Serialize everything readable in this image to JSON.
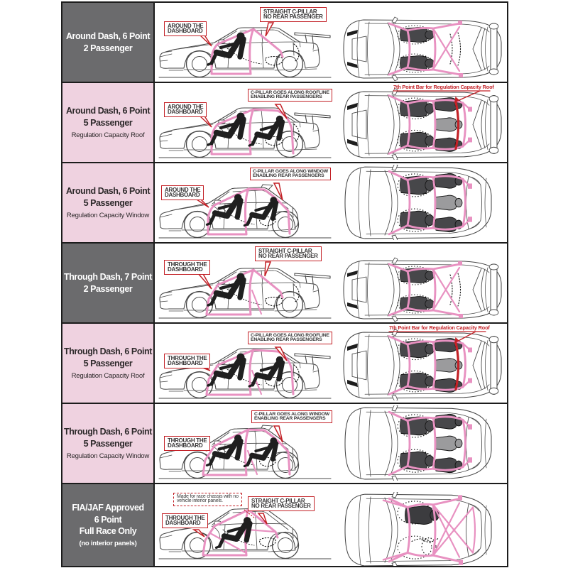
{
  "colors": {
    "label_gray": "#6b6b6d",
    "label_pink": "#efd2e0",
    "cage_pink": "#e891c1",
    "accent_red": "#c32127",
    "line_dark": "#2d2d2d"
  },
  "rows": [
    {
      "label": {
        "lines": [
          "Around Dash, 6 Point",
          "2 Passenger"
        ],
        "note": "",
        "style": "gray"
      },
      "side_view": {
        "car": "sedan",
        "dash": "around",
        "c_pillar": "straight",
        "rear_passenger": false
      },
      "top_view": {
        "car": "sedan",
        "passengers": 2,
        "seventh_point_bar": false,
        "note": ""
      },
      "callouts": [
        {
          "id": "dashboard",
          "text": "AROUND THE\nDASHBOARD"
        },
        {
          "id": "c-pillar",
          "text": "STRAIGHT C-PILLAR\nNO REAR PASSENGER"
        }
      ]
    },
    {
      "label": {
        "lines": [
          "Around Dash, 6 Point",
          "5 Passenger"
        ],
        "note": "Regulation Capacity Roof",
        "style": "pink"
      },
      "side_view": {
        "car": "sedan",
        "dash": "around",
        "c_pillar": "roofline",
        "rear_passenger": true
      },
      "top_view": {
        "car": "sedan",
        "passengers": 5,
        "seventh_point_bar": true,
        "note": "7th Point Bar for Regulation Capacity Roof"
      },
      "callouts": [
        {
          "id": "dashboard",
          "text": "AROUND THE\nDASHBOARD"
        },
        {
          "id": "c-pillar",
          "text": "C-PILLAR GOES ALONG ROOFLINE\nENABLING REAR PASSENGERS"
        }
      ]
    },
    {
      "label": {
        "lines": [
          "Around Dash, 6 Point",
          "5 Passenger"
        ],
        "note": "Regulation Capacity Window",
        "style": "pink"
      },
      "side_view": {
        "car": "hatchback",
        "dash": "around",
        "c_pillar": "window",
        "rear_passenger": true
      },
      "top_view": {
        "car": "hatchback",
        "passengers": 5,
        "seventh_point_bar": false,
        "note": ""
      },
      "callouts": [
        {
          "id": "dashboard",
          "text": "AROUND THE\nDASHBOARD"
        },
        {
          "id": "c-pillar",
          "text": "C-PILLAR GOES ALONG WINDOW\nENABLING REAR PASSENGERS"
        }
      ]
    },
    {
      "label": {
        "lines": [
          "Through Dash, 7 Point",
          "2 Passenger"
        ],
        "note": "",
        "style": "gray"
      },
      "side_view": {
        "car": "sedan",
        "dash": "through",
        "c_pillar": "straight",
        "rear_passenger": false
      },
      "top_view": {
        "car": "sedan",
        "passengers": 2,
        "seventh_point_bar": false,
        "note": ""
      },
      "callouts": [
        {
          "id": "dashboard",
          "text": "THROUGH THE\nDASHBOARD"
        },
        {
          "id": "c-pillar",
          "text": "STRAIGHT C-PILLAR\nNO REAR PASSENGER"
        }
      ]
    },
    {
      "label": {
        "lines": [
          "Through Dash, 6 Point",
          "5 Passenger"
        ],
        "note": "Regulation Capacity Roof",
        "style": "pink"
      },
      "side_view": {
        "car": "sedan",
        "dash": "through",
        "c_pillar": "roofline",
        "rear_passenger": true
      },
      "top_view": {
        "car": "sedan",
        "passengers": 5,
        "seventh_point_bar": true,
        "note": "7th Point Bar for Regulation Capacity Roof"
      },
      "callouts": [
        {
          "id": "dashboard",
          "text": "THROUGH THE\nDASHBOARD"
        },
        {
          "id": "c-pillar",
          "text": "C-PILLAR GOES ALONG ROOFLINE\nENABLING REAR PASSENGERS"
        }
      ]
    },
    {
      "label": {
        "lines": [
          "Through Dash, 6 Point",
          "5 Passenger"
        ],
        "note": "Regulation Capacity Window",
        "style": "pink"
      },
      "side_view": {
        "car": "hatchback",
        "dash": "through",
        "c_pillar": "window",
        "rear_passenger": true
      },
      "top_view": {
        "car": "hatchback",
        "passengers": 5,
        "seventh_point_bar": false,
        "note": ""
      },
      "callouts": [
        {
          "id": "dashboard",
          "text": "THROUGH THE\nDASHBOARD"
        },
        {
          "id": "c-pillar",
          "text": "C-PILLAR GOES ALONG WINDOW\nENABLING REAR PASSENGERS"
        }
      ]
    },
    {
      "label": {
        "lines": [
          "FIA/JAF Approved",
          "6 Point",
          "Full Race Only"
        ],
        "note": "(no interior panels)",
        "style": "gray"
      },
      "side_view": {
        "car": "hatchback",
        "dash": "through",
        "c_pillar": "straight",
        "rear_passenger": false,
        "race": true
      },
      "top_view": {
        "car": "hatchback",
        "passengers": 1,
        "seventh_point_bar": false,
        "note": ""
      },
      "callouts": [
        {
          "id": "race-note",
          "text": "Made for race chassis with no\nvehicle interior panels.",
          "dashed": true
        },
        {
          "id": "c-pillar",
          "text": "STRAIGHT C-PILLAR\nNO REAR PASSENGER"
        },
        {
          "id": "dashboard",
          "text": "THROUGH THE\nDASHBOARD"
        }
      ]
    }
  ]
}
